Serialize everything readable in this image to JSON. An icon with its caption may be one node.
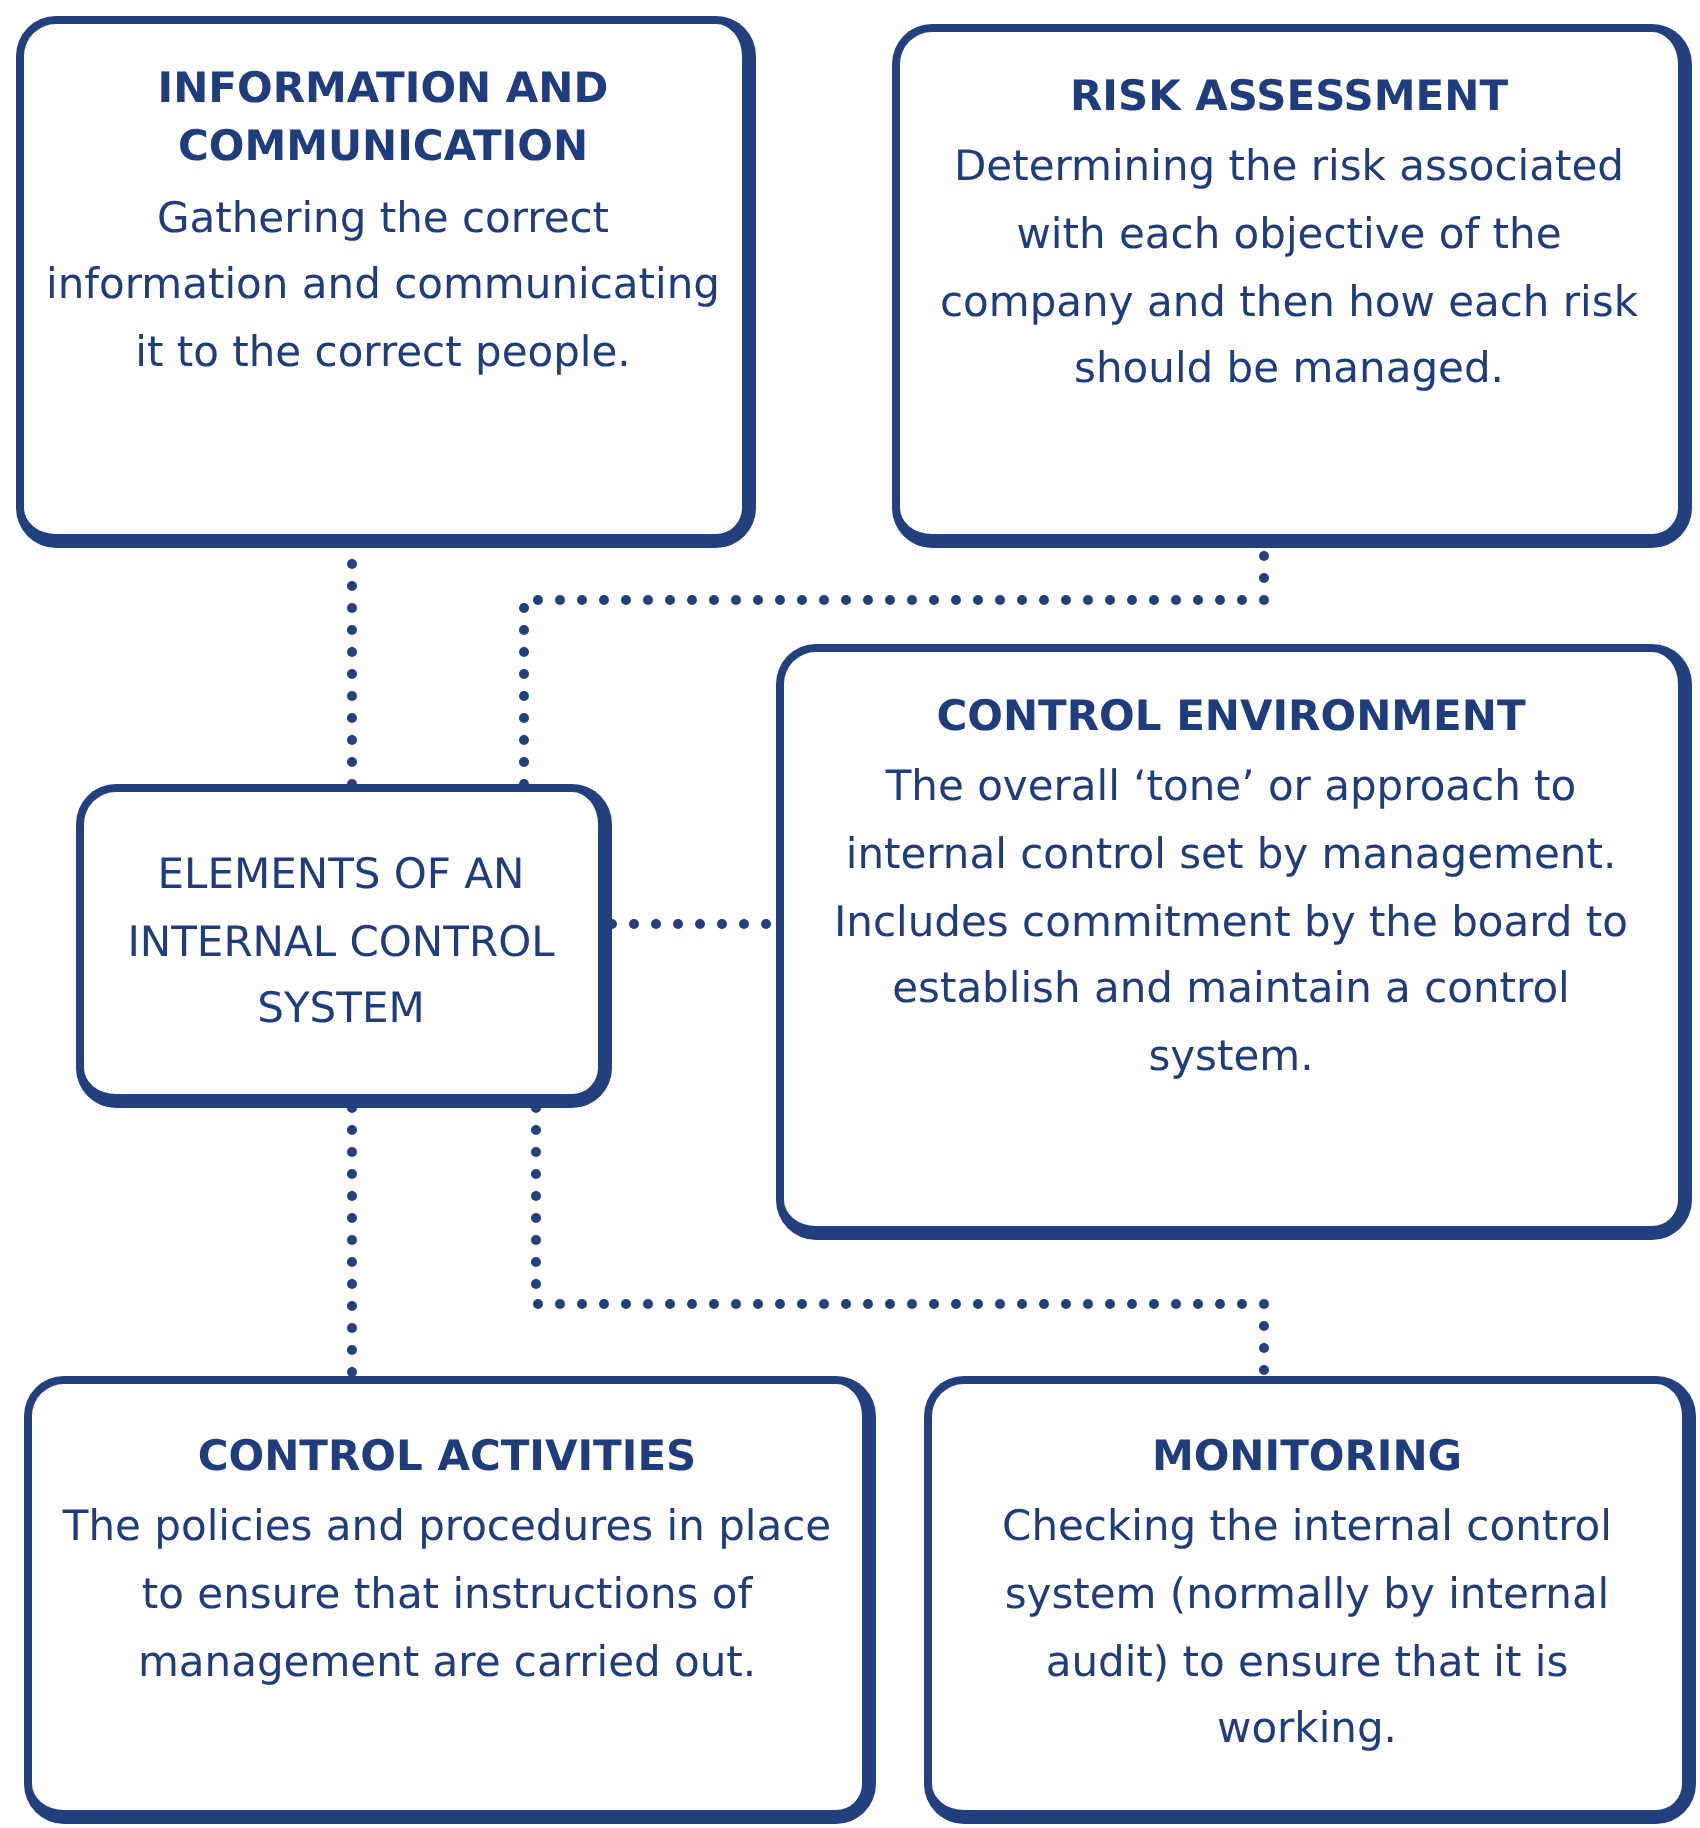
{
  "diagram": {
    "nodes": [
      {
        "text": [
          "INFORMATION AND COMMUNICATION",
          "Gathering the correct information and communicating it to the correct people."
        ]
      },
      {
        "text": [
          "RISK ASSESSMENT",
          "Determining the risk associated with each objective of the company and then how each risk should be managed."
        ]
      },
      {
        "text": [
          "CONTROL ENVIRONMENT",
          "The overall ‘tone’ or approach to internal control set by management. Includes commitment by the board to establish and maintain a control system."
        ]
      },
      {
        "text": [
          "ELEMENTS OF AN INTERNAL CONTROL SYSTEM"
        ]
      },
      {
        "text": [
          "CONTROL ACTIVITIES",
          "The policies and procedures in place to ensure that instructions of management are carried out."
        ]
      },
      {
        "text": [
          "MONITORING",
          "Checking the internal control system (normally by internal audit) to ensure that it is working."
        ]
      }
    ],
    "edges": [
      {
        "from": 3,
        "to": 0,
        "arrow": "none"
      },
      {
        "from": 3,
        "to": 1,
        "arrow": "none"
      },
      {
        "from": 3,
        "to": 2,
        "arrow": "none"
      },
      {
        "from": 3,
        "to": 4,
        "arrow": "none"
      },
      {
        "from": 3,
        "to": 5,
        "arrow": "none"
      }
    ]
  }
}
